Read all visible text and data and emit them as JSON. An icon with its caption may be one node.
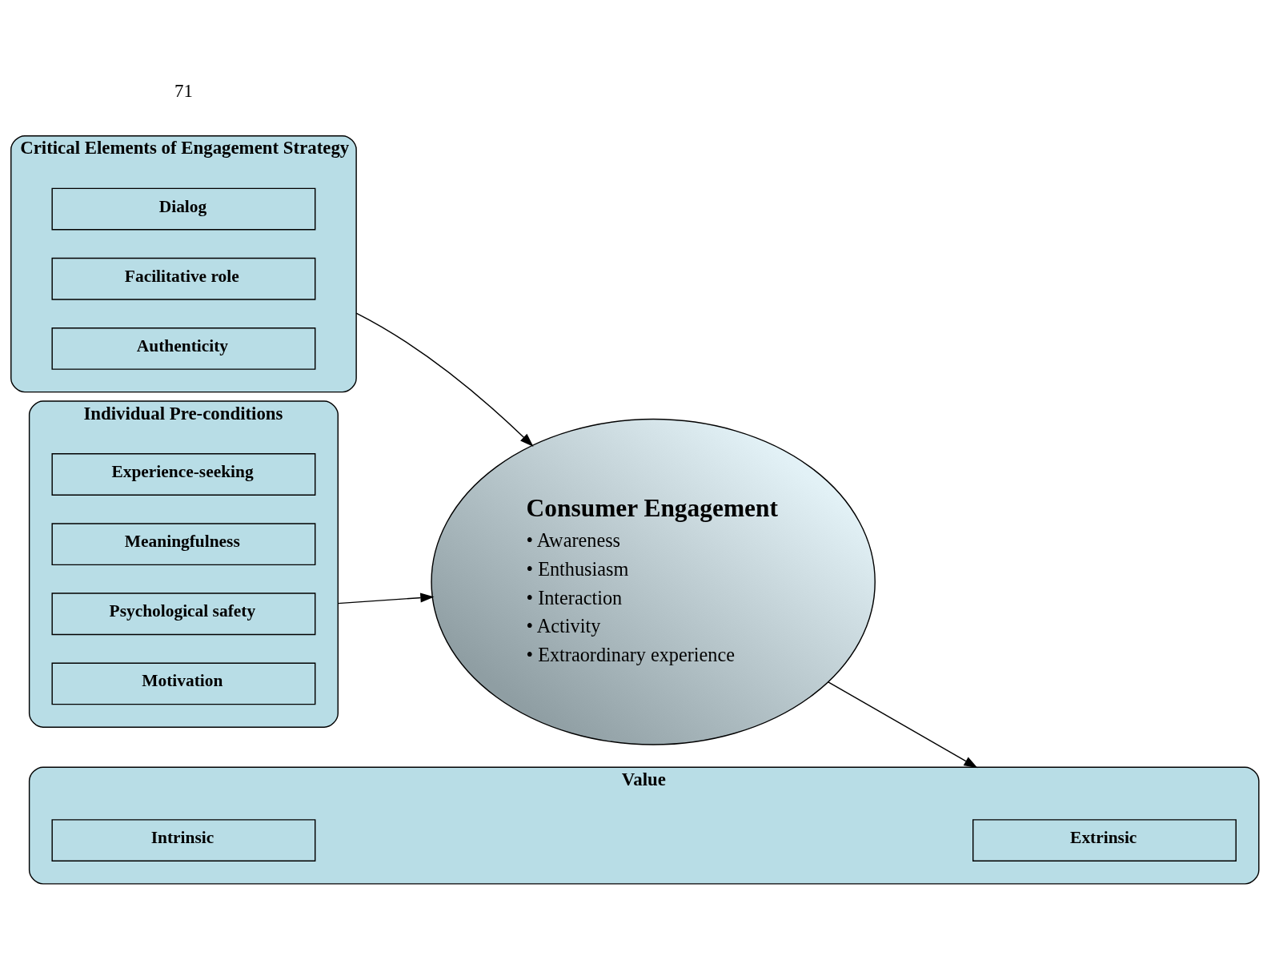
{
  "diagram": {
    "nodes": [
      {
        "text": [
          "Critical Elements of Engagement Strategy"
        ]
      },
      {
        "text": [
          "Dialog"
        ],
        "in": 0
      },
      {
        "text": [
          "Facilitative role"
        ],
        "in": 0
      },
      {
        "text": [
          "Authenticity"
        ],
        "in": 0
      },
      {
        "text": [
          "Individual Pre-conditions"
        ]
      },
      {
        "text": [
          "Experience-seeking"
        ],
        "in": 4
      },
      {
        "text": [
          "Meaningfulness"
        ],
        "in": 4
      },
      {
        "text": [
          "Psychological safety"
        ],
        "in": 4
      },
      {
        "text": [
          "Motivation"
        ],
        "in": 4
      },
      {
        "text": [
          "Consumer Engagement",
          "• Awareness",
          "• Enthusiasm",
          "• Interaction",
          "• Activity",
          "• Extraordinary experience"
        ]
      },
      {
        "text": [
          "Value"
        ]
      },
      {
        "text": [
          "Intrinsic"
        ],
        "in": 10
      },
      {
        "text": [
          "Extrinsic"
        ],
        "in": 10
      }
    ],
    "edges": [
      {
        "from": 0,
        "to": 9,
        "arrow": "to"
      },
      {
        "from": 4,
        "to": 9,
        "arrow": "to"
      },
      {
        "from": 9,
        "to": 10,
        "arrow": "to"
      }
    ],
    "labels": [
      "71"
    ]
  }
}
